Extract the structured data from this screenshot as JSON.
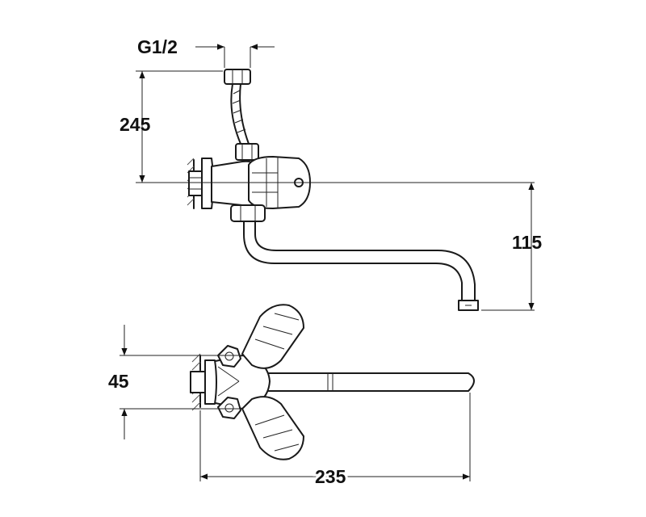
{
  "dimensions": {
    "thread": "G1/2",
    "inlet_height": "245",
    "spout_drop": "115",
    "valve_spacing": "45",
    "spout_reach": "235"
  },
  "colors": {
    "line": "#1a1a1a",
    "background": "#ffffff"
  }
}
